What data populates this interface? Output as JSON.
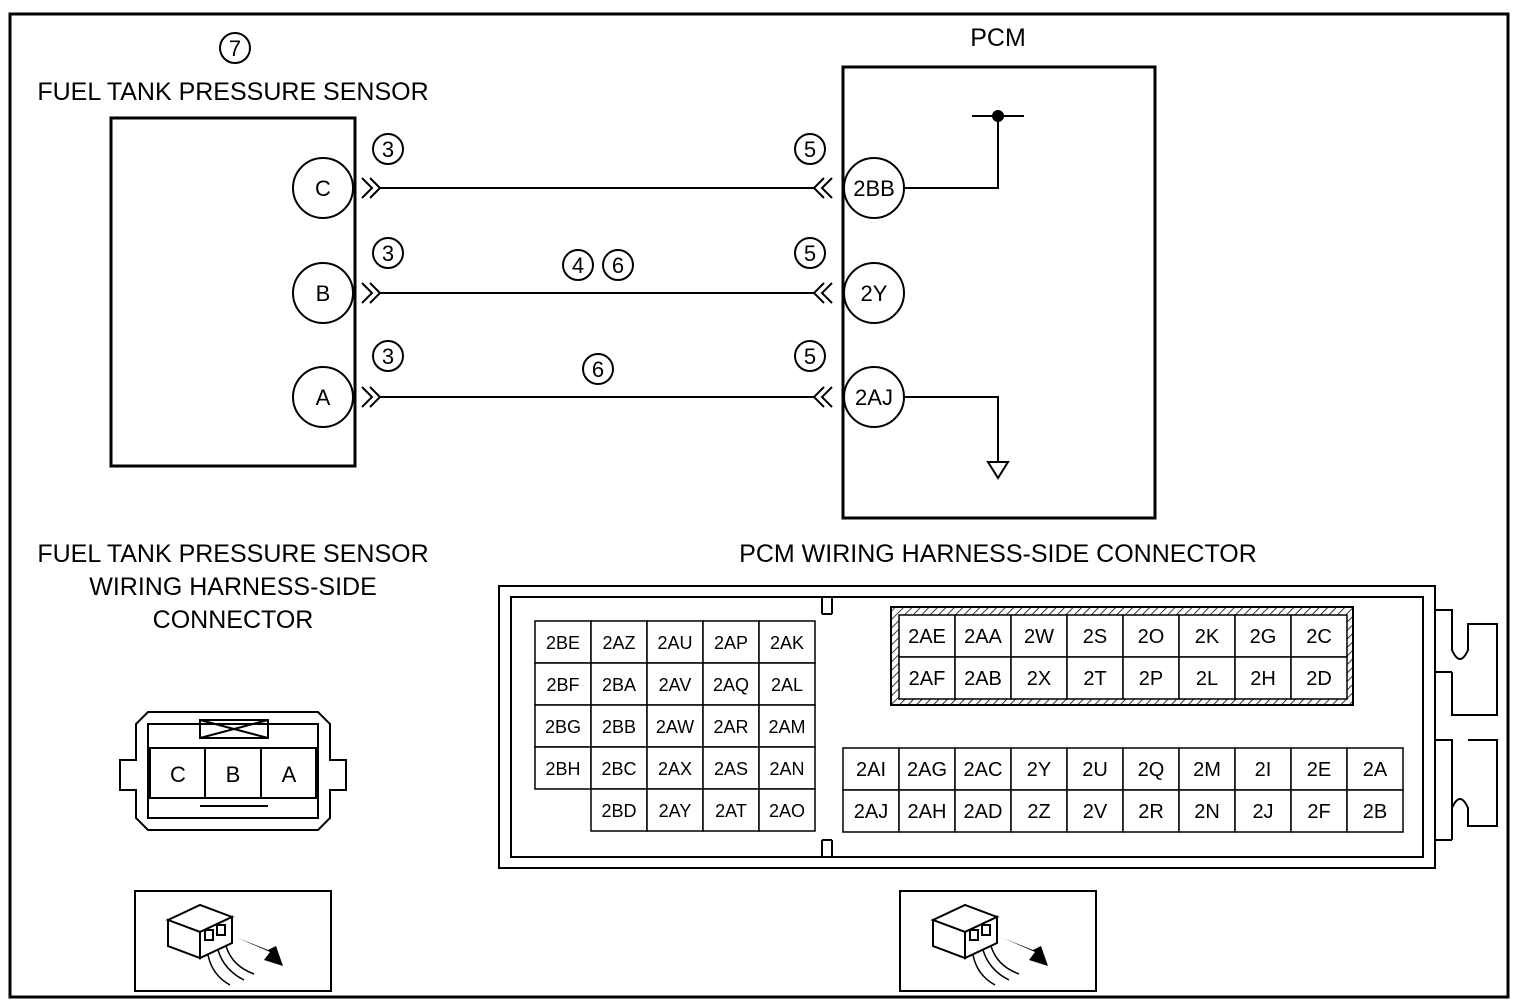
{
  "sensor": {
    "title": "FUEL TANK PRESSURE SENSOR",
    "callout": "7",
    "pins": [
      "C",
      "B",
      "A"
    ]
  },
  "pcm": {
    "title": "PCM",
    "pins": [
      "2BB",
      "2Y",
      "2AJ"
    ]
  },
  "wire_callouts": {
    "sensor_side": [
      "3",
      "3",
      "3"
    ],
    "pcm_side": [
      "5",
      "5",
      "5"
    ],
    "mid_b": [
      "4",
      "6"
    ],
    "mid_a": [
      "6"
    ]
  },
  "sensor_connector": {
    "title_lines": [
      "FUEL TANK PRESSURE SENSOR",
      "WIRING HARNESS-SIDE",
      "CONNECTOR"
    ],
    "pins": [
      "C",
      "B",
      "A"
    ]
  },
  "pcm_connector": {
    "title": "PCM WIRING HARNESS-SIDE CONNECTOR",
    "left_block": [
      [
        "2BE",
        "2AZ",
        "2AU",
        "2AP",
        "2AK"
      ],
      [
        "2BF",
        "2BA",
        "2AV",
        "2AQ",
        "2AL"
      ],
      [
        "2BG",
        "2BB",
        "2AW",
        "2AR",
        "2AM"
      ],
      [
        "2BH",
        "2BC",
        "2AX",
        "2AS",
        "2AN"
      ],
      [
        "",
        "2BD",
        "2AY",
        "2AT",
        "2AO"
      ]
    ],
    "top_right_block": [
      [
        "2AE",
        "2AA",
        "2W",
        "2S",
        "2O",
        "2K",
        "2G",
        "2C"
      ],
      [
        "2AF",
        "2AB",
        "2X",
        "2T",
        "2P",
        "2L",
        "2H",
        "2D"
      ]
    ],
    "bottom_right_block": [
      [
        "2AI",
        "2AG",
        "2AC",
        "2Y",
        "2U",
        "2Q",
        "2M",
        "2I",
        "2E",
        "2A"
      ],
      [
        "2AJ",
        "2AH",
        "2AD",
        "2Z",
        "2V",
        "2R",
        "2N",
        "2J",
        "2F",
        "2B"
      ]
    ]
  },
  "icons": [
    "connector-view-icon",
    "connector-view-icon"
  ]
}
